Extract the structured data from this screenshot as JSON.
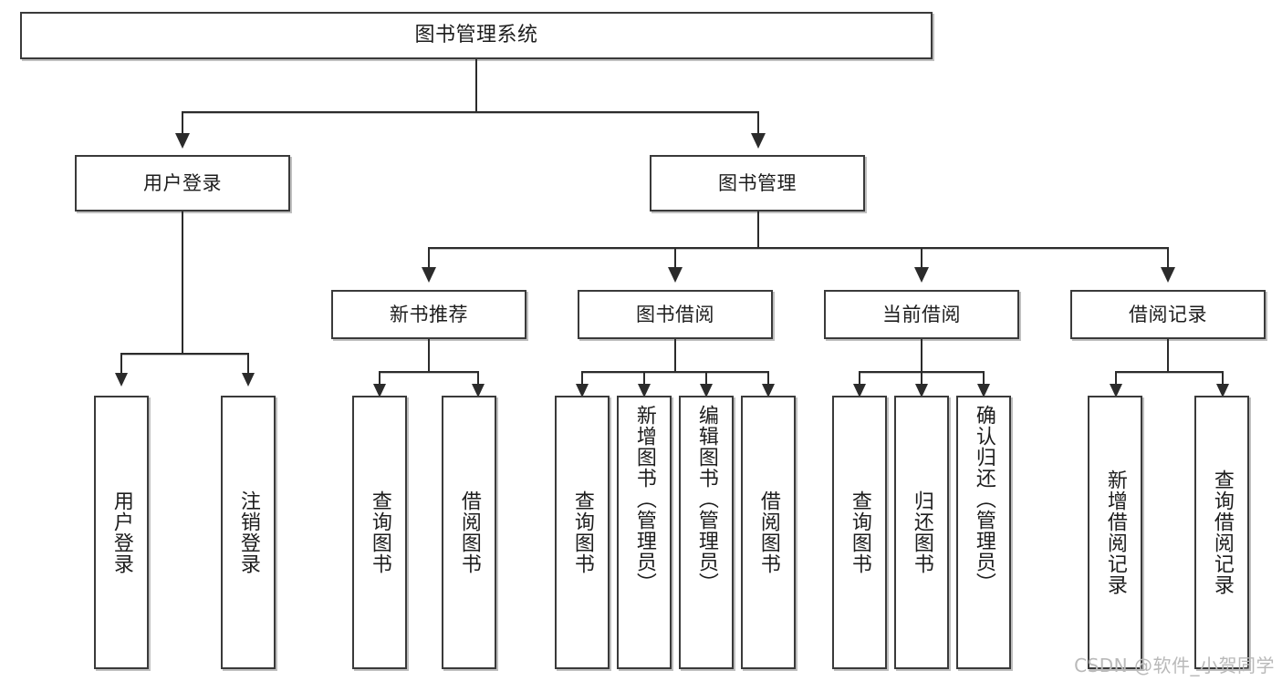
{
  "diagram": {
    "title": "图书管理系统",
    "type": "tree-hierarchy",
    "root": {
      "label": "图书管理系统"
    },
    "level2": [
      {
        "label": "用户登录"
      },
      {
        "label": "图书管理"
      }
    ],
    "level3": [
      {
        "label": "新书推荐"
      },
      {
        "label": "图书借阅"
      },
      {
        "label": "当前借阅"
      },
      {
        "label": "借阅记录"
      }
    ],
    "leaves": {
      "user_login": [
        {
          "label": "用户登录"
        },
        {
          "label": "注销登录"
        }
      ],
      "new_book_recommend": [
        {
          "label": "查询图书"
        },
        {
          "label": "借阅图书"
        }
      ],
      "book_borrow": [
        {
          "label": "查询图书"
        },
        {
          "label": "新增图书（管理员）"
        },
        {
          "label": "编辑图书（管理员）"
        },
        {
          "label": "借阅图书"
        }
      ],
      "current_borrow": [
        {
          "label": "查询图书"
        },
        {
          "label": "归还图书"
        },
        {
          "label": "确认归还（管理员）"
        }
      ],
      "borrow_record": [
        {
          "label": "新增借阅记录"
        },
        {
          "label": "查询借阅记录"
        }
      ]
    }
  },
  "watermark": {
    "text": "CSDN @软件_小贺同学"
  },
  "colors": {
    "box_border": "#3a3a3a",
    "line": "#2b2b2b",
    "background": "#ffffff",
    "watermark": "#b9b9b9",
    "text": "#1d1d1d"
  }
}
